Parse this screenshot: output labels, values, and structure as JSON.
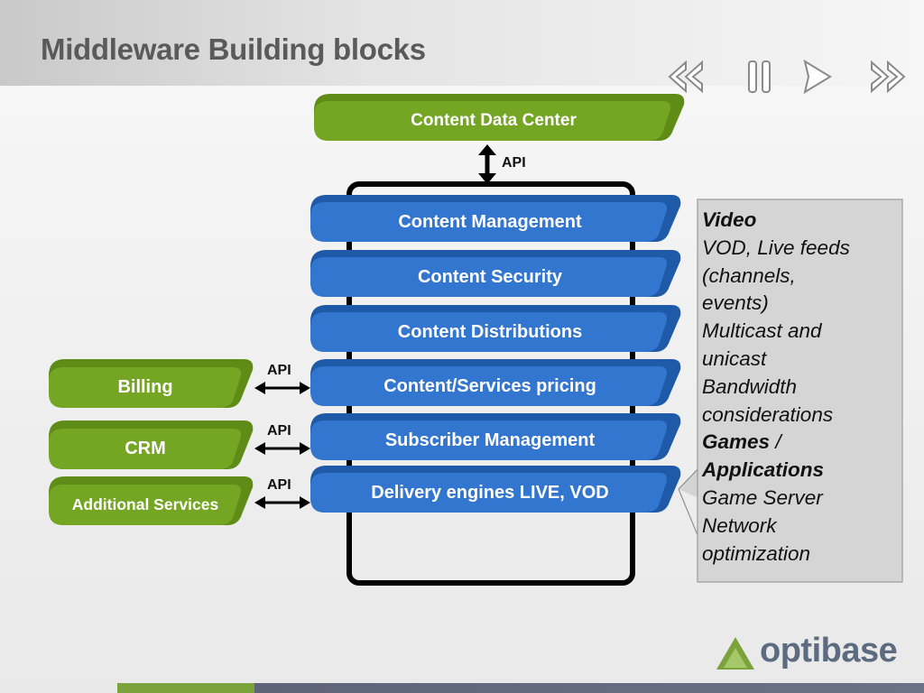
{
  "slide": {
    "title": "Middleware Building blocks",
    "nav_icons": [
      "rewind-icon",
      "pause-icon",
      "play-icon",
      "fast-forward-icon"
    ]
  },
  "top_block": {
    "label": "Content Data Center"
  },
  "top_api": "API",
  "stack": [
    {
      "label": "Content Management"
    },
    {
      "label": "Content Security"
    },
    {
      "label": "Content Distributions"
    },
    {
      "label": "Content/Services pricing"
    },
    {
      "label": "Subscriber Management"
    },
    {
      "label": "Delivery engines LIVE, VOD"
    }
  ],
  "side": [
    {
      "label": "Billing",
      "api": "API"
    },
    {
      "label": "CRM",
      "api": "API"
    },
    {
      "label": "Additional Services",
      "api": "API"
    }
  ],
  "info_box": {
    "video_heading": "Video",
    "video_lines": [
      "VOD, Live feeds",
      "(channels,",
      "events)",
      "Multicast and",
      "unicast",
      "Bandwidth",
      "considerations"
    ],
    "games_heading_1": "Games",
    "games_sep": " /",
    "games_heading_2": "Applications",
    "games_lines": [
      "Game Server",
      "Network",
      "optimization"
    ]
  },
  "logo": {
    "text": "optibase"
  },
  "colors": {
    "green": "#72a31f",
    "blue": "#2f73cc",
    "title": "#5a5a5a"
  }
}
